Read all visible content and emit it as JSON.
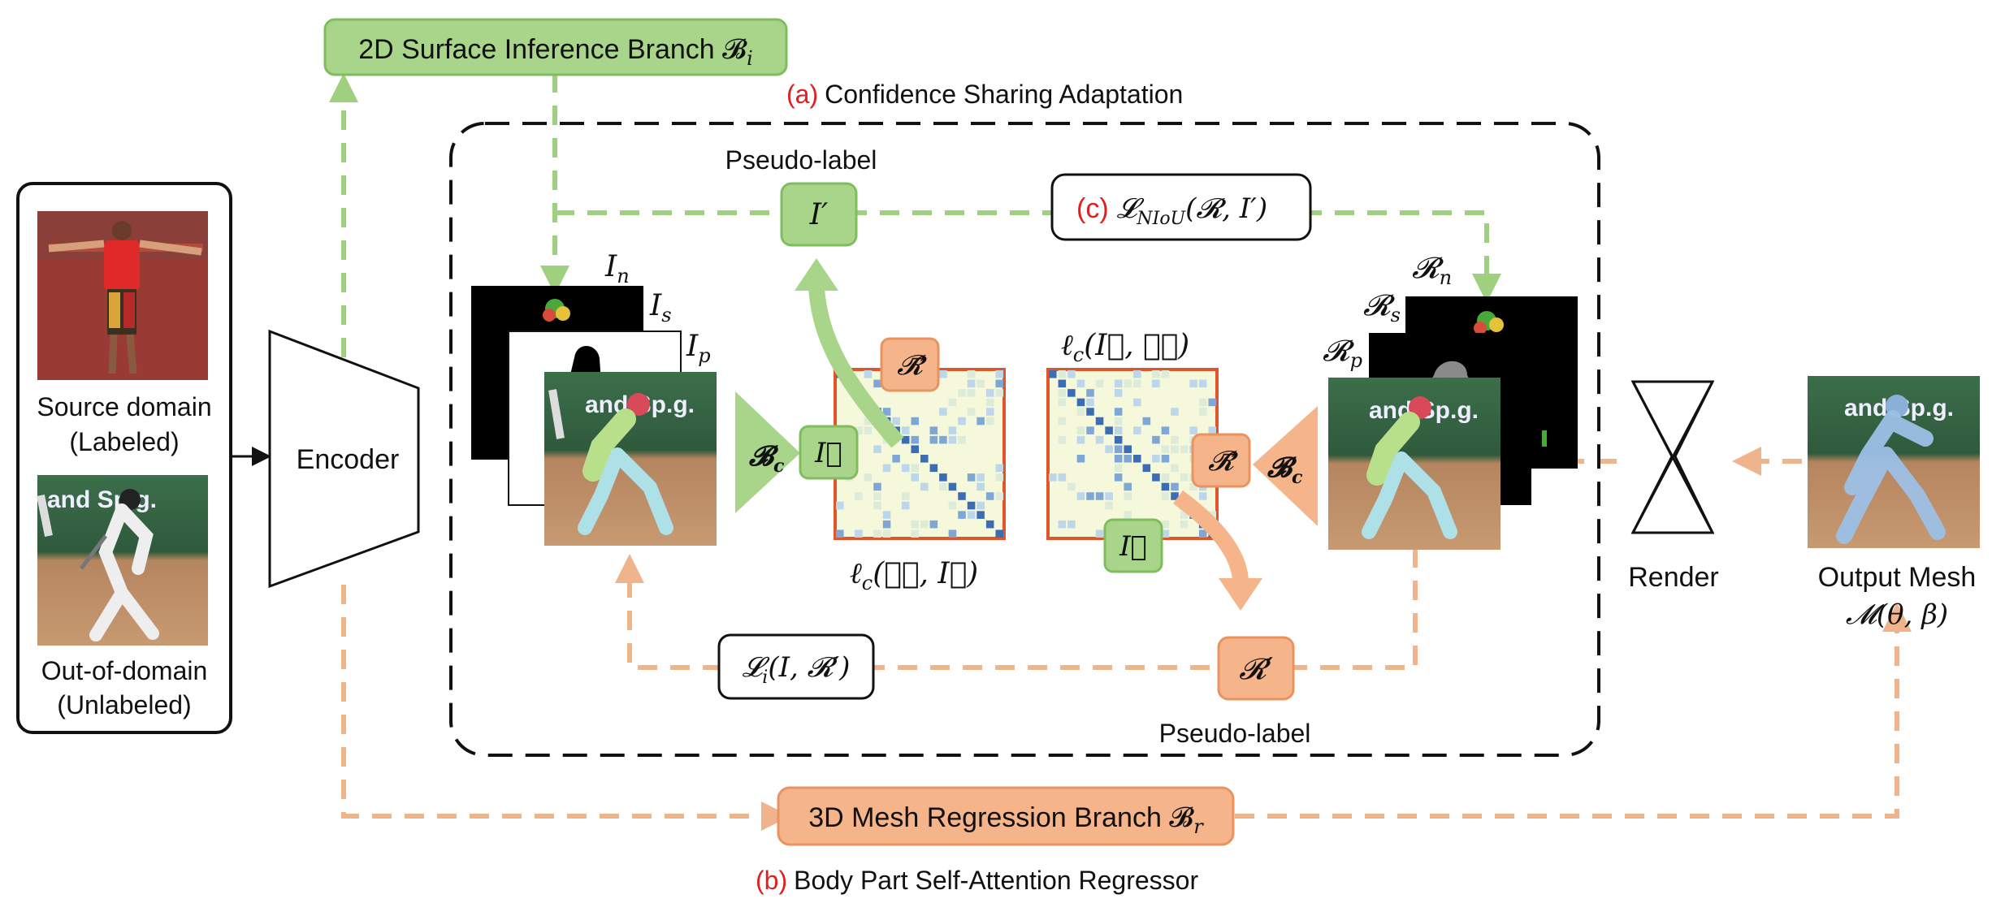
{
  "colors": {
    "green": "#a8d58a",
    "green_line": "#9fd07f",
    "orange": "#f5b48a",
    "orange_line": "#f0b48c",
    "matrix_bg": "#f6f8dc",
    "matrix_border": "#e0552a",
    "matrix_diag": "#3a6db3",
    "highlight_red": "#e02020"
  },
  "top_branch": {
    "label": "2D Surface Inference Branch 𝓑",
    "subscript": "i"
  },
  "bottom_branch": {
    "label": "3D Mesh Regression Branch 𝓑",
    "subscript": "r"
  },
  "section_a": {
    "marker": "(a)",
    "label": "Confidence Sharing Adaptation"
  },
  "section_b": {
    "marker": "(b)",
    "label": "Body Part Self-Attention Regressor"
  },
  "section_c": {
    "marker": "(c)",
    "label": "𝓛",
    "subscript": "NIoU",
    "args": "(𝓡, I′)"
  },
  "input_panel": {
    "source_label_1": "Source domain",
    "source_label_2": "(Labeled)",
    "target_label_1": "Out-of-domain",
    "target_label_2": "(Unlabeled)"
  },
  "encoder": {
    "label": "Encoder"
  },
  "pseudo_label_top": "Pseudo-label",
  "pseudo_label_bottom": "Pseudo-label",
  "i_prime": "I′",
  "r_prime": "𝓡′",
  "left_stack": {
    "n": "I",
    "n_sub": "n",
    "s": "I",
    "s_sub": "s",
    "p": "I",
    "p_sub": "p"
  },
  "right_stack": {
    "n": "𝓡",
    "n_sub": "n",
    "s": "𝓡",
    "s_sub": "s",
    "p": "𝓡",
    "p_sub": "p"
  },
  "bc": {
    "main": "𝓑",
    "sub": "c"
  },
  "vec_i": "I⃗",
  "vec_r": "𝓡⃗",
  "loss_c_left": "ℓ",
  "loss_c_left_sub": "c",
  "loss_c_left_args": "(𝓡⃗, I⃗)",
  "loss_c_right": "ℓ",
  "loss_c_right_sub": "c",
  "loss_c_right_args": "(I⃗, 𝓡⃗)",
  "loss_i": {
    "main": "𝓛",
    "sub": "i",
    "args": "(I, 𝓡′)"
  },
  "render": {
    "label": "Render"
  },
  "output": {
    "label": "Output Mesh",
    "formula": "𝓜(θ, β)"
  }
}
